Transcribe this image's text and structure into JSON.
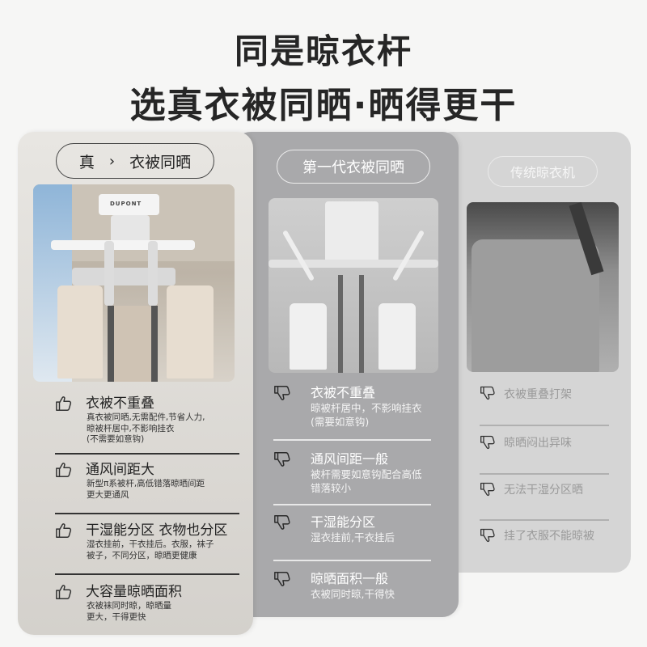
{
  "header": {
    "line1": "同是晾衣杆",
    "line2": "选真衣被同晒·晒得更干"
  },
  "columns": [
    {
      "pill": {
        "prefix": "真",
        "chevron": "›",
        "label": "衣被同晒"
      },
      "photo_alt": "DUPONT 晾衣杆产品图",
      "brand_text": "DUPONT",
      "icon": "thumbs-up-icon",
      "items": [
        {
          "title": "衣被不重叠",
          "desc": [
            "真衣被同晒,无需配件,节省人力,",
            "晾被杆居中,不影响挂衣",
            "(不需要如意钩)"
          ]
        },
        {
          "title": "通风间距大",
          "desc": [
            "新型π系被杆,高低错落晾晒间距",
            "更大更通风"
          ]
        },
        {
          "title": "干湿能分区 衣物也分区",
          "desc": [
            "湿衣挂前，干衣挂后。衣服，袜子",
            "被子，不同分区，晾晒更健康"
          ]
        },
        {
          "title": "大容量晾晒面积",
          "desc": [
            "衣被袜同时晾，晾晒量",
            "更大，干得更快"
          ]
        }
      ]
    },
    {
      "pill": {
        "label": "第一代衣被同晒"
      },
      "photo_alt": "第一代衣被同晒产品图",
      "icon": "thumbs-down-icon",
      "items": [
        {
          "title": "衣被不重叠",
          "desc": [
            "晾被杆居中，不影响挂衣",
            "(需要如意钩)"
          ]
        },
        {
          "title": "通风间距一般",
          "desc": [
            "被杆需要如意钩配合高低",
            "错落较小"
          ]
        },
        {
          "title": "干湿能分区",
          "desc": [
            "湿衣挂前,干衣挂后"
          ]
        },
        {
          "title": "晾晒面积一般",
          "desc": [
            "衣被同时晾,干得快"
          ]
        }
      ]
    },
    {
      "pill": {
        "label": "传统晾衣机"
      },
      "photo_alt": "传统晾衣机晾晒图",
      "icon": "thumbs-down-icon",
      "items": [
        {
          "title": "衣被重叠打架"
        },
        {
          "title": "晾晒闷出异味"
        },
        {
          "title": "无法干湿分区晒"
        },
        {
          "title": "挂了衣服不能晾被"
        }
      ]
    }
  ],
  "colors": {
    "background": "#f6f6f5",
    "panel_true": "#e4e1dc",
    "panel_gen1": "#a9a9ab",
    "panel_traditional": "#d5d5d5",
    "headline": "#262626"
  }
}
